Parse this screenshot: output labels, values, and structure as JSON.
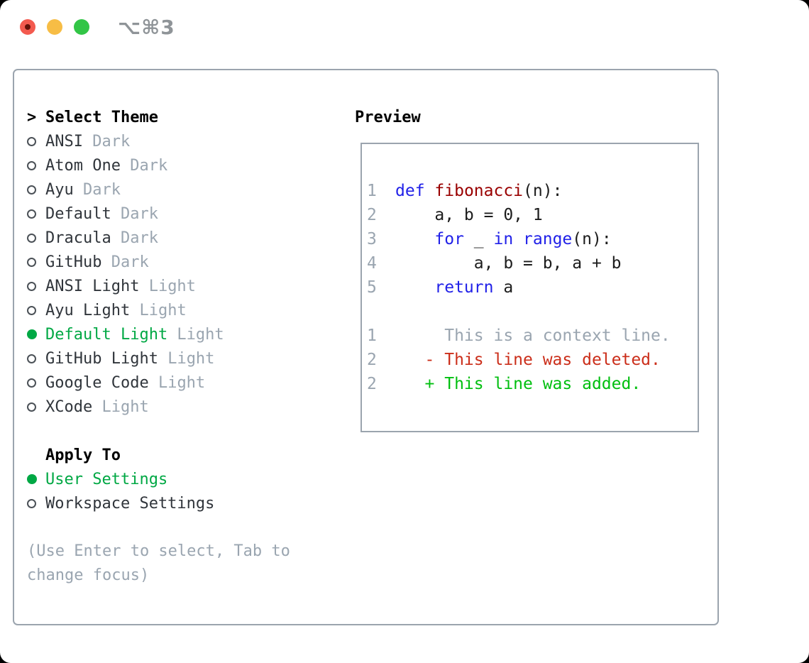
{
  "window": {
    "title": "⌥⌘3"
  },
  "theme_panel": {
    "prompt": ">",
    "heading": "Select Theme",
    "items": [
      {
        "name": "ANSI",
        "variant": "Dark",
        "selected": false
      },
      {
        "name": "Atom One",
        "variant": "Dark",
        "selected": false
      },
      {
        "name": "Ayu",
        "variant": "Dark",
        "selected": false
      },
      {
        "name": "Default",
        "variant": "Dark",
        "selected": false
      },
      {
        "name": "Dracula",
        "variant": "Dark",
        "selected": false
      },
      {
        "name": "GitHub",
        "variant": "Dark",
        "selected": false
      },
      {
        "name": "ANSI Light",
        "variant": "Light",
        "selected": false
      },
      {
        "name": "Ayu Light",
        "variant": "Light",
        "selected": false
      },
      {
        "name": "Default Light",
        "variant": "Light",
        "selected": true
      },
      {
        "name": "GitHub Light",
        "variant": "Light",
        "selected": false
      },
      {
        "name": "Google Code",
        "variant": "Light",
        "selected": false
      },
      {
        "name": "XCode",
        "variant": "Light",
        "selected": false
      }
    ]
  },
  "apply_panel": {
    "heading": "Apply To",
    "options": [
      {
        "label": "User Settings",
        "selected": true
      },
      {
        "label": "Workspace Settings",
        "selected": false
      }
    ]
  },
  "hint_text": "(Use Enter to select, Tab to change focus)",
  "preview": {
    "heading": "Preview",
    "code_lines": [
      {
        "number": "1",
        "segments": [
          {
            "t": "def",
            "c": "keyword"
          },
          {
            "t": " ",
            "c": "plain"
          },
          {
            "t": "fibonacci",
            "c": "function"
          },
          {
            "t": "(n):",
            "c": "plain"
          }
        ]
      },
      {
        "number": "2",
        "segments": [
          {
            "t": "    a, b = 0, 1",
            "c": "plain"
          }
        ]
      },
      {
        "number": "3",
        "segments": [
          {
            "t": "    ",
            "c": "plain"
          },
          {
            "t": "for",
            "c": "keyword"
          },
          {
            "t": " _ ",
            "c": "plain"
          },
          {
            "t": "in",
            "c": "keyword"
          },
          {
            "t": " ",
            "c": "plain"
          },
          {
            "t": "range",
            "c": "keyword"
          },
          {
            "t": "(n):",
            "c": "plain"
          }
        ]
      },
      {
        "number": "4",
        "segments": [
          {
            "t": "        a, b = b, a + b",
            "c": "plain"
          }
        ]
      },
      {
        "number": "5",
        "segments": [
          {
            "t": "    ",
            "c": "plain"
          },
          {
            "t": "return",
            "c": "keyword"
          },
          {
            "t": " a",
            "c": "plain"
          }
        ]
      }
    ],
    "diff_lines": [
      {
        "number": "1",
        "type": "context",
        "text": "     This is a context line."
      },
      {
        "number": "2",
        "type": "deleted",
        "text": "   - This line was deleted."
      },
      {
        "number": "2",
        "type": "added",
        "text": "   + This line was added."
      }
    ]
  },
  "colors": {
    "accent-green": "#00a844",
    "keyword-blue": "#2121e8",
    "function-red": "#990000",
    "code-text": "#1c1c1c",
    "deleted-red": "#cb2e1a",
    "added-green": "#00bf0f",
    "muted-gray": "#9aa5b0",
    "text-dark": "#30353b",
    "border-gray": "#9ba4ae",
    "circle-gray": "#4b5157",
    "traffic-red": "#f35a4f",
    "traffic-red-dot": "#641109",
    "traffic-yellow": "#f7bd45",
    "traffic-green": "#32c546",
    "title-gray": "#8f9498"
  }
}
